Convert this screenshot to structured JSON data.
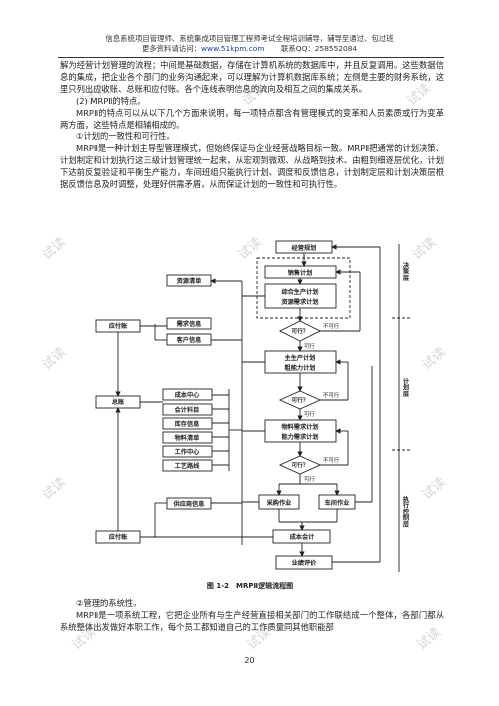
{
  "header": {
    "line1": "信息系统项目管理师、系统集成项目管理工程师考试全程培训辅导，辅导至通过、包过班",
    "line2_prefix": "更多资料请访问：",
    "url": "www.51kpm.com",
    "line2_suffix": "联系QQ：258552084"
  },
  "paragraphs_top": [
    "解为经营计划管理的流程；中间是基础数据，存储在计算机系统的数据库中，并且反复调用。这些数据信息的集成，把企业各个部门的业务沟通起来，可以理解为计算机数据库系统；左侧是主要的财务系统，这里只列出应收账、总账和应付账。各个连线表明信息的流向及相互之间的集成关系。"
  ],
  "section2_title": "(2) MRPⅡ的特点。",
  "section2_intro": "MRPⅡ的特点可以从以下几个方面来说明，每一项特点都含有管理模式的变革和人员素质或行为变革两方面，这些特点是相辅相成的。",
  "point1_title": "①计划的一致性和可行性。",
  "point1_text": "MRPⅡ是一种计划主导型管理模式，但始终保证与企业经营战略目标一致。MRPⅡ把通常的计划决策、计划制定和计划执行这三级计划管理统一起来，从宏观到微观、从战略到技术、由粗到细逐层优化，计划下达前反复验证和平衡生产能力，车间班组只能执行计划、调度和反馈信息，计划制定层和计划决策层根据反馈信息及时调整，处理好供需矛盾，从而保证计划的一致性和可执行性。",
  "diagram": {
    "plan": "经营规划",
    "sales": "销售计划",
    "comp1": "综合生产计划",
    "comp2": "资源需求计划",
    "feasible_q": "可行？",
    "not_feasible": "不可行",
    "feasible": "可行",
    "mps1": "主生产计划",
    "mps2": "粗能力计划",
    "mrp1": "物料需求计划",
    "mrp2": "能力需求计划",
    "purchase": "采购作业",
    "workshop": "车间作业",
    "cost": "成本会计",
    "perf": "业绩评价",
    "bom_res": "资源清单",
    "demand": "需求信息",
    "customer": "客户信息",
    "receivable": "应付账",
    "ledger": "总账",
    "payable": "应付账",
    "cost_center": "成本中心",
    "accounts": "会计科目",
    "inventory": "库存信息",
    "bom": "物料清单",
    "work_center": "工作中心",
    "routing": "工艺路线",
    "supplier": "供应商信息",
    "side_decision": "决策层",
    "side_plan": "计划层",
    "side_exec": "执行控制层"
  },
  "figure_caption": "图 1-2　MRPⅡ逻辑流程图",
  "point2_title": "②管理的系统性。",
  "point2_text": "MRPⅡ是一项系统工程，它把企业所有与生产经营直接相关部门的工作联结成一个整体，各部门都从系统整体出发做好本职工作，每个员工都知道自己的工作质量同其他职能部",
  "page_number": "20",
  "watermark": "试读"
}
